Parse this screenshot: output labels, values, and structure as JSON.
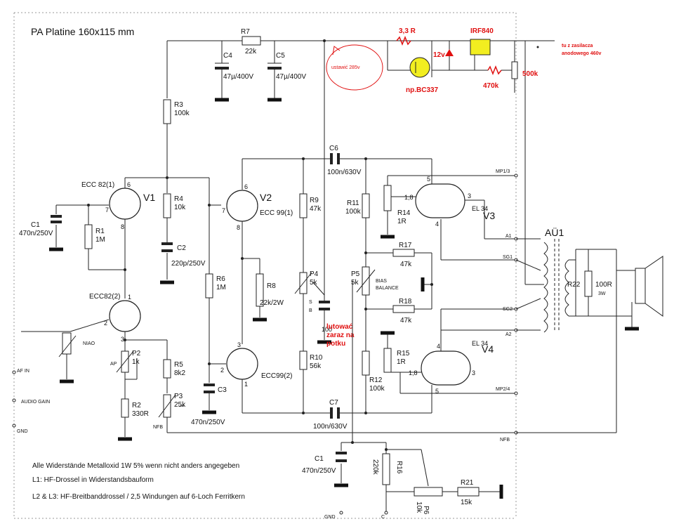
{
  "title": "PA Platine 160x115 mm",
  "notes": [
    "Alle Widerstände Metalloxid 1W 5% wenn nicht anders angegeben",
    "L1: HF-Drossel in Widerstandsbauform",
    "L2 & L3: HF-Breitbanddrossel / 2,5 Windungen auf 6-Loch Ferritkern"
  ],
  "annotations": {
    "set_voltage": "ustawić 285v",
    "solder_line1": "lutować",
    "solder_line2": "zaraz na",
    "solder_line3": "potku",
    "supply_line1": "tu z zasilacza",
    "supply_line2": "anodowego 460v",
    "r_series": "3,3 R",
    "mosfet": "IRF840",
    "zener": "12v",
    "transistor": "np.BC337",
    "r_gate": "470k",
    "pot_set": "500k"
  },
  "tubes": {
    "v1_type": "ECC 82(1)",
    "v1": "V1",
    "v1b_type": "ECC82(2)",
    "v2_type": "ECC 99(1)",
    "v2": "V2",
    "v2b_type": "ECC99(2)",
    "v3": "V3",
    "v3_type": "EL 34",
    "v4": "V4",
    "v4_type": "EL 34",
    "out": "AÜ1"
  },
  "components": {
    "r7": "R7",
    "r7v": "22k",
    "c4": "C4",
    "c4v": "47µ/400V",
    "c5": "C5",
    "c5v": "47µ/400V",
    "r3": "R3",
    "r3v": "100k",
    "r4": "R4",
    "r4v": "10k",
    "c2": "C2",
    "c2v": "220p/250V",
    "c1": "C1",
    "c1v": "470n/250V",
    "r1": "R1",
    "r1v": "1M",
    "r6": "R6",
    "r6v": "1M",
    "r8": "R8",
    "r8v": "22k/2W",
    "r9": "R9",
    "r9v": "47k",
    "p4": "P4",
    "p4v": "5k",
    "c6": "C6",
    "c6v": "100n/630V",
    "c7": "C7",
    "c7v": "100n/630V",
    "r10": "R10",
    "r10v": "56k",
    "c100": "100",
    "r11": "R11",
    "r11v": "100k",
    "r12": "R12",
    "r12v": "100k",
    "r14": "R14",
    "r14v": "1R",
    "r15": "R15",
    "r15v": "1R",
    "r17": "R17",
    "r17v": "47k",
    "r18": "R18",
    "r18v": "47k",
    "p5": "P5",
    "p5v": "5k",
    "bias1": "BIAS",
    "bias2": "BALANCE",
    "p2": "P2",
    "p2v": "1k",
    "r2": "R2",
    "r2v": "330R",
    "r5": "R5",
    "r5v": "8k2",
    "p3": "P3",
    "p3v": "25k",
    "c3": "C3",
    "c3v": "470n/250V",
    "c1b": "C1",
    "c1bv": "470n/250V",
    "r16": "R16",
    "r16v": "220k",
    "p6": "P6",
    "p6v": "10k",
    "r21": "R21",
    "r21v": "15k",
    "r22": "R22",
    "r22v": "100R",
    "r22w": "3W",
    "pin_18a": "1,8",
    "pin_18b": "1,8",
    "sb_s": "S",
    "sb_b": "B",
    "nfb_small": "NFB",
    "ap": "AP",
    "niao": "NIAO"
  },
  "terminals": {
    "mp13": "MP1/3",
    "a1": "A1",
    "sg1": "SG1",
    "sg2": "SG2",
    "a2": "A2",
    "mp24": "MP2/4",
    "nfb": "NFB",
    "af_in": "AF IN",
    "audio_gain": "AUDIO GAIN",
    "gnd": "GND",
    "gnd2": "GND",
    "c": "C"
  },
  "pins": {
    "v1_6": "6",
    "v1_7": "7",
    "v1_8": "8",
    "v1b_1": "1",
    "v1b_2": "2",
    "v1b_3": "3",
    "v2_6": "6",
    "v2_7": "7",
    "v2_8": "8",
    "v2b_3": "3",
    "v2b_2": "2",
    "v2b_1": "1",
    "v3_5": "5",
    "v3_3": "3",
    "v3_4": "4",
    "v4_4": "4",
    "v4_3": "3",
    "v4_5": "5"
  },
  "colors": {
    "annotation_red": "#e01010",
    "component_yellow": "#f2ee20",
    "ink": "#222222"
  }
}
